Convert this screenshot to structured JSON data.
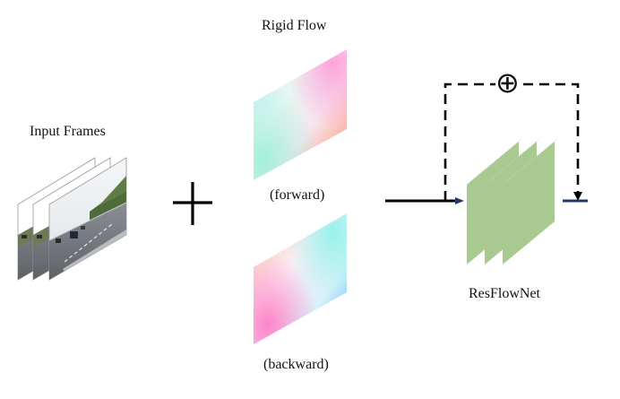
{
  "labels": {
    "input_frames": "Input Frames",
    "rigid_flow": "Rigid Flow",
    "forward": "(forward)",
    "backward": "(backward)",
    "resflownet": "ResFlowNet"
  },
  "symbols": {
    "plus": "+",
    "oplus": "⊕"
  },
  "colors": {
    "block_fill": "#a8c990",
    "block_side": "#cfe3b8",
    "line": "#000000",
    "arrow_head": "#1f3864"
  }
}
